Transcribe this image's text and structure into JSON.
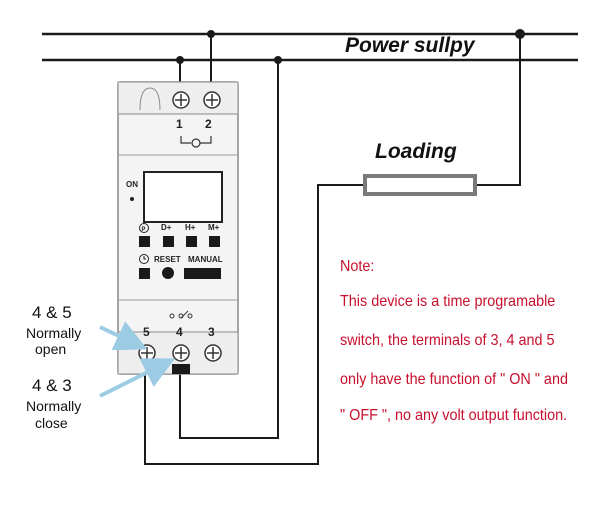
{
  "power_label": "Power sullpy",
  "load_label": "Loading",
  "device": {
    "terminals_top": [
      "1",
      "2"
    ],
    "terminals_bottom": [
      "5",
      "4",
      "3"
    ],
    "on_label": "ON",
    "buttons_row1": [
      "D+",
      "H+",
      "M+"
    ],
    "reset_label": "RESET",
    "manual_label": "MANUAL"
  },
  "annotations": [
    {
      "title": "4 & 5",
      "subtitle": "Normally",
      "subtitle2": "open"
    },
    {
      "title": "4 & 3",
      "subtitle": "Normally",
      "subtitle2": "close"
    }
  ],
  "note": {
    "title": "Note:",
    "lines": [
      "This device is a time programable",
      "switch, the terminals of 3, 4 and 5",
      "only have the function of \" ON \" and",
      "\" OFF \", no any volt output function."
    ]
  },
  "colors": {
    "note": "#c8102e",
    "arrow": "#9ccbe4",
    "wire": "#1a1a1a",
    "device": "#f4f4f4"
  }
}
